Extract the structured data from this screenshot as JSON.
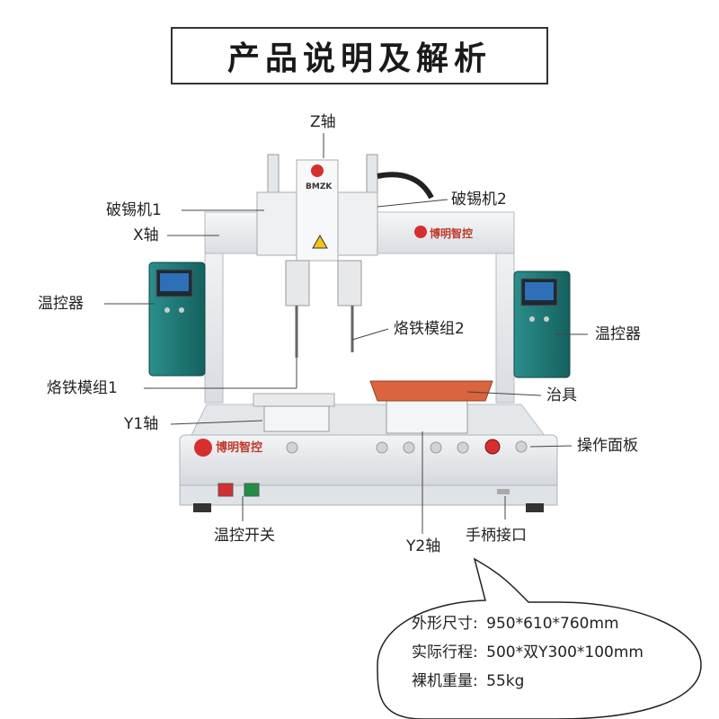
{
  "title": "产品说明及解析",
  "brand": "博明智控",
  "head_mark": "BMZK",
  "labels": {
    "z_axis": "Z轴",
    "solder_breaker_1": "破锡机1",
    "solder_breaker_2": "破锡机2",
    "x_axis": "X轴",
    "temp_controller_left": "温控器",
    "temp_controller_right": "温控器",
    "iron_module_2": "烙铁模组2",
    "iron_module_1": "烙铁模组1",
    "fixture": "治具",
    "y1_axis": "Y1轴",
    "operation_panel": "操作面板",
    "temp_switch": "温控开关",
    "handle_port": "手柄接口",
    "y2_axis": "Y2轴"
  },
  "specs": [
    {
      "key": "外形尺寸:",
      "value": "950*610*760mm"
    },
    {
      "key": "实际行程:",
      "value": "500*双Y300*100mm"
    },
    {
      "key": "裸机重量:",
      "value": "55kg"
    }
  ],
  "colors": {
    "frame": "#e9ecef",
    "teal": "#1e7b78",
    "fixture": "#d9643e",
    "red_switch": "#d62f2f",
    "green_switch": "#1f8f45"
  }
}
